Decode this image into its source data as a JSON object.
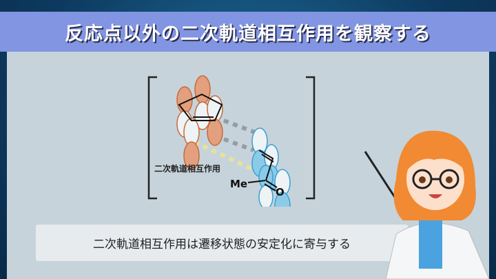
{
  "title": "反応点以外の二次軌道相互作用を観察する",
  "diagram": {
    "interaction_label": "二次軌道相互作用",
    "methyl_label": "Me",
    "oxygen_label": "O"
  },
  "caption": "二次軌道相互作用は遷移状態の安定化に寄与する",
  "colors": {
    "banner": "#8195e2",
    "diene_orbital": "#d27a4a",
    "dienophile_orbital": "#3a9fd0",
    "secondary_line": "#e8e29a",
    "primary_line": "#8a8f95"
  }
}
